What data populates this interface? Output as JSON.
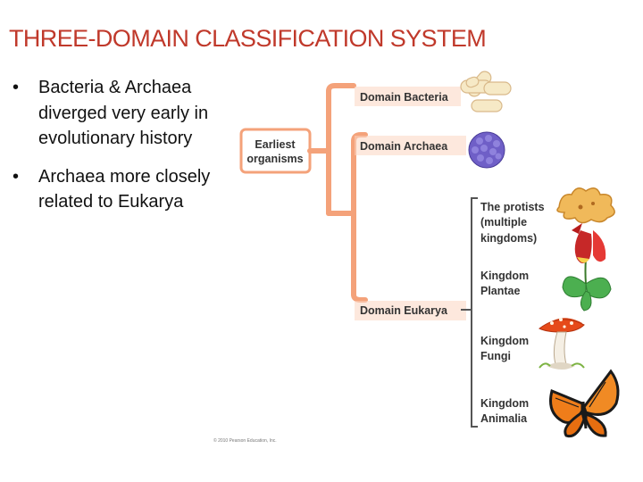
{
  "slide": {
    "title": "THREE-DOMAIN CLASSIFICATION SYSTEM",
    "bullets": [
      {
        "marker": "•",
        "text": "Bacteria & Archaea diverged very early in evolutionary history"
      },
      {
        "marker": "•",
        "text": "Archaea more closely related to Eukarya"
      }
    ]
  },
  "diagram": {
    "root_line1": "Earliest",
    "root_line2": "organisms",
    "domains": [
      "Domain Bacteria",
      "Domain Archaea",
      "Domain Eukarya"
    ],
    "groups": [
      {
        "lines": [
          "The protists",
          "(multiple",
          "kingdoms)"
        ]
      },
      {
        "lines": [
          "Kingdom",
          "Plantae"
        ]
      },
      {
        "lines": [
          "Kingdom",
          "Fungi"
        ]
      },
      {
        "lines": [
          "Kingdom",
          "Animalia"
        ]
      }
    ],
    "images": [
      "bacteria-image",
      "archaea-image",
      "protist-image",
      "plant-image",
      "mushroom-image",
      "butterfly-image"
    ],
    "colors": {
      "branch": "#f4a27a",
      "branch_dark": "#e8875a",
      "bracket": "#555555",
      "title": "#c0392b"
    }
  },
  "footer": {
    "copyright": "© 2010 Pearson Education, Inc."
  }
}
